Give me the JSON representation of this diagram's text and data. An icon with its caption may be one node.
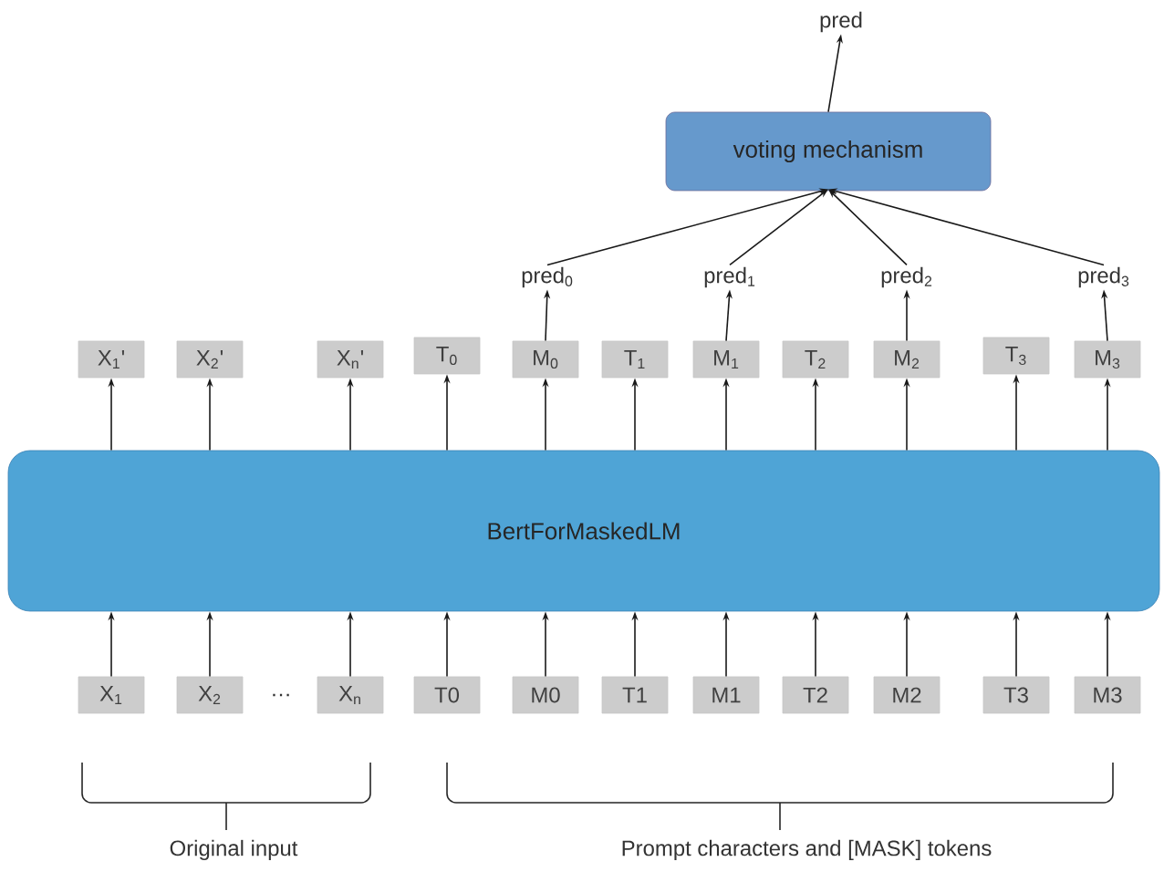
{
  "diagram": {
    "nodes": [
      {
        "text": [
          "pred"
        ]
      },
      {
        "text": [
          "voting mechanism"
        ]
      },
      {
        "text": [
          "pred$_{0}$"
        ]
      },
      {
        "text": [
          "pred$_{1}$"
        ]
      },
      {
        "text": [
          "pred$_{2}$"
        ]
      },
      {
        "text": [
          "pred$_{3}$"
        ]
      },
      {
        "text": [
          "X$_{1}$'"
        ]
      },
      {
        "text": [
          "X$_{2}$'"
        ]
      },
      {
        "text": [
          "X$_{n}$'"
        ]
      },
      {
        "text": [
          "T$_{0}$"
        ]
      },
      {
        "text": [
          "M$_{0}$"
        ]
      },
      {
        "text": [
          "T$_{1}$"
        ]
      },
      {
        "text": [
          "M$_{1}$"
        ]
      },
      {
        "text": [
          "T$_{2}$"
        ]
      },
      {
        "text": [
          "M$_{2}$"
        ]
      },
      {
        "text": [
          "T$_{3}$"
        ]
      },
      {
        "text": [
          "M$_{3}$"
        ]
      },
      {
        "text": [
          "BertForMaskedLM"
        ]
      },
      {
        "text": [
          "X$_{1}$"
        ]
      },
      {
        "text": [
          "X$_{2}$"
        ]
      },
      {
        "text": [
          "X$_{n}$"
        ]
      },
      {
        "text": [
          "T0"
        ]
      },
      {
        "text": [
          "M0"
        ]
      },
      {
        "text": [
          "T1"
        ]
      },
      {
        "text": [
          "M1"
        ]
      },
      {
        "text": [
          "T2"
        ]
      },
      {
        "text": [
          "M2"
        ]
      },
      {
        "text": [
          "T3"
        ]
      },
      {
        "text": [
          "M3"
        ]
      }
    ],
    "edges": [
      {
        "from": 1,
        "to": 0,
        "arrow": "to"
      },
      {
        "from": 2,
        "to": 1,
        "arrow": "to"
      },
      {
        "from": 3,
        "to": 1,
        "arrow": "to"
      },
      {
        "from": 4,
        "to": 1,
        "arrow": "to"
      },
      {
        "from": 5,
        "to": 1,
        "arrow": "to"
      },
      {
        "from": 10,
        "to": 2,
        "arrow": "to"
      },
      {
        "from": 12,
        "to": 3,
        "arrow": "to"
      },
      {
        "from": 14,
        "to": 4,
        "arrow": "to"
      },
      {
        "from": 16,
        "to": 5,
        "arrow": "to"
      },
      {
        "from": 17,
        "to": 6,
        "arrow": "to"
      },
      {
        "from": 17,
        "to": 7,
        "arrow": "to"
      },
      {
        "from": 17,
        "to": 8,
        "arrow": "to"
      },
      {
        "from": 17,
        "to": 9,
        "arrow": "to"
      },
      {
        "from": 17,
        "to": 10,
        "arrow": "to"
      },
      {
        "from": 17,
        "to": 11,
        "arrow": "to"
      },
      {
        "from": 17,
        "to": 12,
        "arrow": "to"
      },
      {
        "from": 17,
        "to": 13,
        "arrow": "to"
      },
      {
        "from": 17,
        "to": 14,
        "arrow": "to"
      },
      {
        "from": 17,
        "to": 15,
        "arrow": "to"
      },
      {
        "from": 17,
        "to": 16,
        "arrow": "to"
      },
      {
        "from": 18,
        "to": 17,
        "arrow": "to"
      },
      {
        "from": 19,
        "to": 17,
        "arrow": "to"
      },
      {
        "from": 20,
        "to": 17,
        "arrow": "to"
      },
      {
        "from": 21,
        "to": 17,
        "arrow": "to"
      },
      {
        "from": 22,
        "to": 17,
        "arrow": "to"
      },
      {
        "from": 23,
        "to": 17,
        "arrow": "to"
      },
      {
        "from": 24,
        "to": 17,
        "arrow": "to"
      },
      {
        "from": 25,
        "to": 17,
        "arrow": "to"
      },
      {
        "from": 26,
        "to": 17,
        "arrow": "to"
      },
      {
        "from": 27,
        "to": 17,
        "arrow": "to"
      },
      {
        "from": 28,
        "to": 17,
        "arrow": "to"
      }
    ],
    "labels": [
      "…",
      "Original input",
      "Prompt characters and [MASK] tokens"
    ]
  }
}
